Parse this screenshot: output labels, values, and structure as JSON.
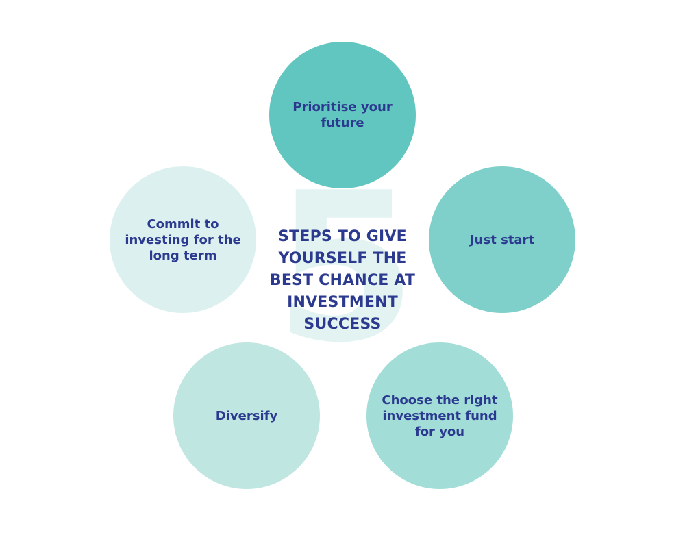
{
  "big_number": "5",
  "title": "STEPS TO GIVE YOURSELF THE BEST CHANCE AT INVESTMENT SUCCESS",
  "steps": [
    {
      "label": "Prioritise your future",
      "color": "#62c6c0"
    },
    {
      "label": "Just start",
      "color": "#7fd0ca"
    },
    {
      "label": "Choose the right investment fund for you",
      "color": "#a2ddd8"
    },
    {
      "label": "Diversify",
      "color": "#c0e6e2"
    },
    {
      "label": "Commit to investing for the long term",
      "color": "#dcf1ef"
    }
  ]
}
